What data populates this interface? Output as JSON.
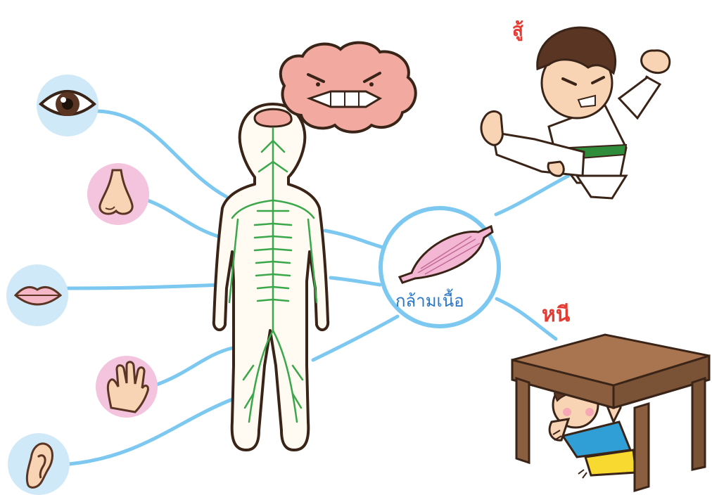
{
  "labels": {
    "muscle": "กล้ามเนื้อ",
    "fight": "สู้",
    "flee": "หนี"
  },
  "colors": {
    "connector": "#7cc8f0",
    "sense_circle_blue": "#cfe9f8",
    "sense_circle_pink": "#f4c3dd",
    "nerve": "#3aa84a",
    "label_blue": "#2a77c8",
    "label_red": "#e53b32"
  },
  "senses": [
    "eye-icon",
    "nose-icon",
    "mouth-icon",
    "hand-icon",
    "ear-icon"
  ]
}
